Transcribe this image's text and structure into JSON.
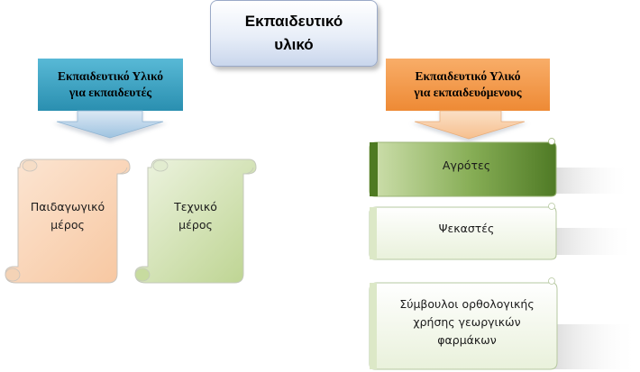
{
  "title": {
    "line1": "Εκπαιδευτικό",
    "line2": "υλικό"
  },
  "left_branch": {
    "heading": {
      "line1": "Εκπαιδευτικό Υλικό",
      "line2": "για εκπαιδευτές"
    },
    "items": [
      {
        "line1": "Παιδαγωγικό",
        "line2": "μέρος"
      },
      {
        "line1": "Τεχνικό",
        "line2": "μέρος"
      }
    ]
  },
  "right_branch": {
    "heading": {
      "line1": "Εκπαιδευτικό Υλικό",
      "line2": "για εκπαιδευόμενους"
    },
    "items": [
      {
        "line1": "Αγρότες"
      },
      {
        "line1": "Ψεκαστές"
      },
      {
        "line1": "Σύμβουλοι ορθολογικής",
        "line2": "χρήσης γεωργικών",
        "line3": "φαρμάκων"
      }
    ]
  },
  "colors": {
    "title_border": "#9aa9c7",
    "left_callout": "#31a3c4",
    "right_callout": "#f59a4a",
    "peach_scroll": "#fbd5b5",
    "green_scroll": "#c9dca5",
    "dark_green_band": "#5f8a2f"
  }
}
